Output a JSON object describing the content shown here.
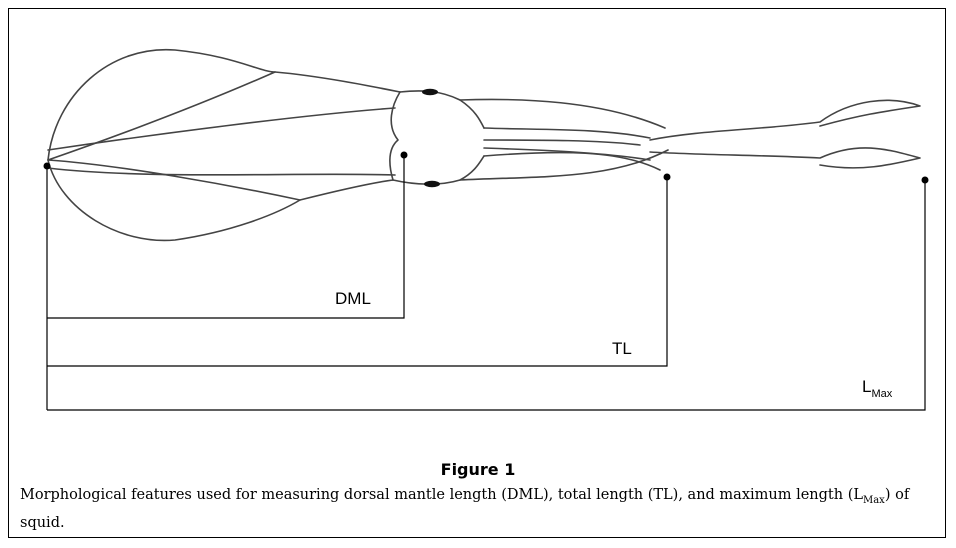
{
  "figure": {
    "label": "Figure 1",
    "caption_prefix": "Morphological features used for measuring dorsal mantle length (DML), total length (TL), and maximum length (L",
    "caption_sub": "Max",
    "caption_suffix": ") of squid."
  },
  "measurements": [
    {
      "id": "dml",
      "label": "DML"
    },
    {
      "id": "tl",
      "label": "TL"
    },
    {
      "id": "lmax",
      "label_main": "L",
      "label_sub": "Max"
    }
  ]
}
